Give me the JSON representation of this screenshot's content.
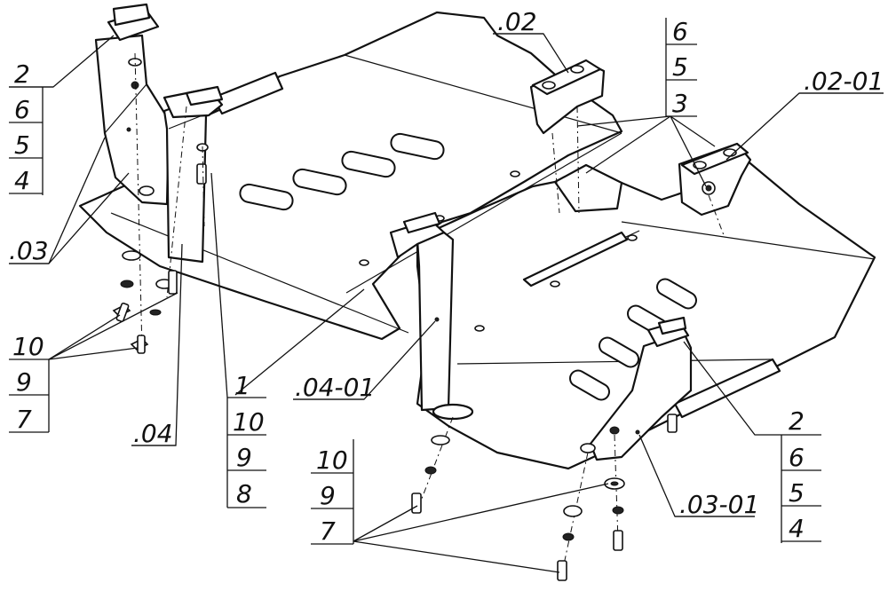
{
  "labels": {
    "part_02": ".02",
    "part_02_01": ".02-01",
    "part_03": ".03",
    "part_03_01": ".03-01",
    "part_04": ".04",
    "part_04_01": ".04-01",
    "part_1": "1",
    "stack_top_left": [
      "2",
      "6",
      "5",
      "4"
    ],
    "stack_top_mid": [
      "6",
      "5",
      "3"
    ],
    "stack_right": [
      "2",
      "6",
      "5",
      "4"
    ],
    "stack_left_bolts": [
      "10",
      "9",
      "7"
    ],
    "stack_mid_bolts": [
      "10",
      "9",
      "8"
    ],
    "stack_bottom_bolts": [
      "10",
      "9",
      "7"
    ]
  },
  "colors": {
    "ink": "#111111",
    "paper": "#ffffff"
  }
}
